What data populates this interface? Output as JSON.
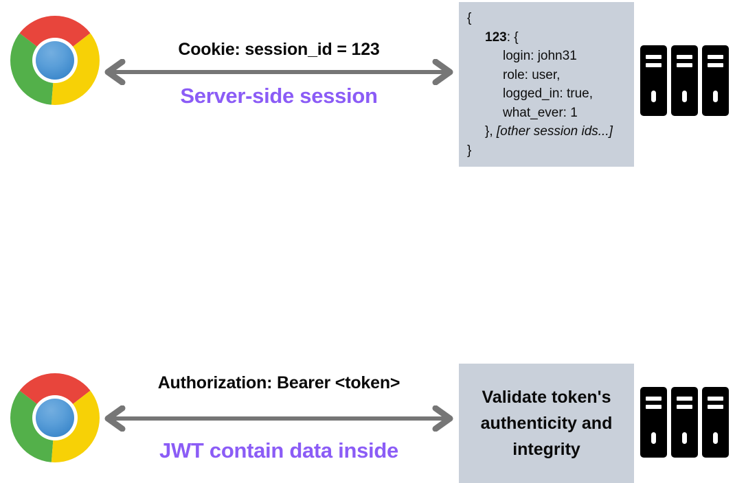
{
  "colors": {
    "purple_accent": "#8b5cf6",
    "panel_bg": "#c9d0da",
    "arrow_gray": "#767676",
    "text_black": "#0a0a0a",
    "chrome_red": "#e8453c",
    "chrome_green": "#53b04a",
    "chrome_yellow": "#f7d106",
    "chrome_blue": "#2c7cc4",
    "server_black": "#000000"
  },
  "top_flow": {
    "client_icon": "chrome-browser-logo",
    "request_label": "Cookie: session_id = 123",
    "mechanism_label": "Server-side session",
    "arrow_icon": "double-headed-arrow",
    "server_icon": "server-rack",
    "session_store": {
      "lines": [
        {
          "indent": 0,
          "parts": [
            {
              "text": "{",
              "style": "normal"
            }
          ]
        },
        {
          "indent": 1,
          "parts": [
            {
              "text": "123",
              "style": "bold"
            },
            {
              "text": ": {",
              "style": "normal"
            }
          ]
        },
        {
          "indent": 2,
          "parts": [
            {
              "text": "login: john31",
              "style": "normal"
            }
          ]
        },
        {
          "indent": 2,
          "parts": [
            {
              "text": "role: user,",
              "style": "normal"
            }
          ]
        },
        {
          "indent": 2,
          "parts": [
            {
              "text": "logged_in: true,",
              "style": "normal"
            }
          ]
        },
        {
          "indent": 2,
          "parts": [
            {
              "text": "what_ever: 1",
              "style": "normal"
            }
          ]
        },
        {
          "indent": 1,
          "parts": [
            {
              "text": "}, ",
              "style": "normal"
            },
            {
              "text": "[other session ids...]",
              "style": "italic"
            }
          ]
        },
        {
          "indent": 0,
          "parts": [
            {
              "text": "}",
              "style": "normal"
            }
          ]
        }
      ]
    }
  },
  "bottom_flow": {
    "client_icon": "chrome-browser-logo",
    "request_label": "Authorization: Bearer <token>",
    "mechanism_label": "JWT contain data inside",
    "arrow_icon": "double-headed-arrow",
    "server_icon": "server-rack",
    "server_action": "Validate token's authenticity and integrity"
  }
}
